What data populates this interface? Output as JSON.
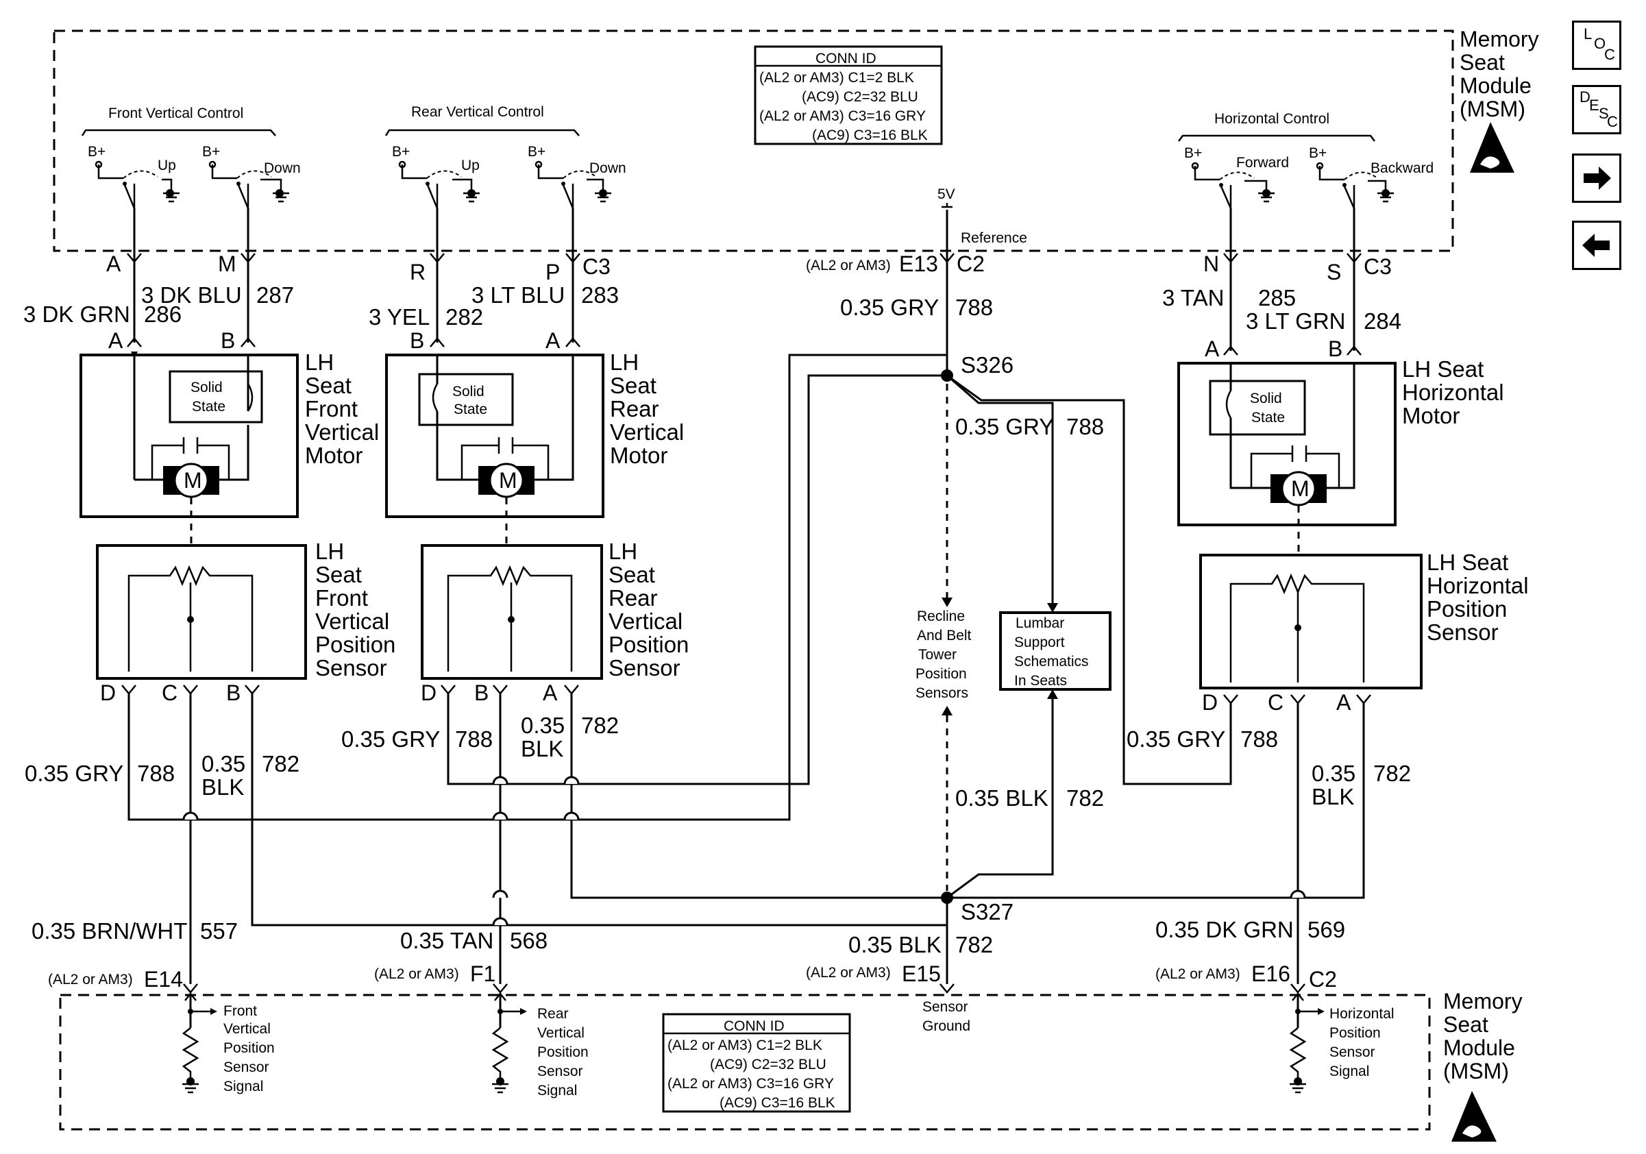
{
  "nav": {
    "loc_l": "L",
    "loc_o": "O",
    "loc_c": "C",
    "desc_d": "D",
    "desc_e": "E",
    "desc_s": "S",
    "desc_c": "C"
  },
  "module": {
    "memory": "Memory",
    "seat": "Seat",
    "module": "Module",
    "msm": "(MSM)"
  },
  "conn_id": {
    "title": "CONN ID",
    "lines": [
      "(AL2 or AM3) C1=2 BLK",
      "(AC9) C2=32 BLU",
      "(AL2 or AM3) C3=16 GRY",
      "(AC9) C3=16 BLK"
    ]
  },
  "controls": {
    "front": "Front Vertical Control",
    "rear": "Rear Vertical Control",
    "horizontal": "Horizontal Control",
    "bplus": "B+",
    "up": "Up",
    "down": "Down",
    "forward": "Forward",
    "backward": "Backward",
    "v5": "5V",
    "reference": "Reference"
  },
  "top_pins": {
    "a": "A",
    "m": "M",
    "r": "R",
    "p": "P",
    "c3": "C3",
    "n": "N",
    "s": "S",
    "e13": "E13",
    "c2": "C2",
    "al2": "(AL2 or AM3)"
  },
  "wires": {
    "dkblu": "3 DK BLU",
    "n287": "287",
    "dkgrn": "3 DK GRN",
    "n286": "286",
    "yel": "3 YEL",
    "n282": "282",
    "ltblu": "3 LT BLU",
    "n283": "283",
    "gry035": "0.35 GRY",
    "n788": "788",
    "tan3": "3 TAN",
    "n285": "285",
    "ltgrn": "3 LT GRN",
    "n284": "284",
    "blk035": "0.35",
    "blk": "BLK",
    "n782": "782",
    "blkfull": "0.35 BLK",
    "brnwht": "0.35 BRN/WHT",
    "n557": "557",
    "tan035": "0.35 TAN",
    "n568": "568",
    "dkgrn035": "0.35 DK GRN",
    "n569": "569"
  },
  "splices": {
    "s326": "S326",
    "s327": "S327"
  },
  "motors": {
    "lh": "LH",
    "seat": "Seat",
    "front": "Front",
    "rear": "Rear",
    "vertical": "Vertical",
    "motor": "Motor",
    "position": "Position",
    "sensor": "Sensor",
    "lhseat": "LH Seat",
    "horizontal": "Horizontal",
    "solid": "Solid",
    "state": "State",
    "m": "M"
  },
  "pins": {
    "a": "A",
    "b": "B",
    "c": "C",
    "d": "D"
  },
  "recline": [
    "Recline",
    "And Belt",
    "Tower",
    "Position",
    "Sensors"
  ],
  "lumbar": [
    "Lumbar",
    "Support",
    "Schematics",
    "In Seats"
  ],
  "bottom": {
    "e14": "E14",
    "f1": "F1",
    "e15": "E15",
    "e16": "E16",
    "c2": "C2",
    "al2": "(AL2 or AM3)",
    "sensor": "Sensor",
    "ground": "Ground"
  },
  "signals": {
    "front": [
      "Front",
      "Vertical",
      "Position",
      "Sensor",
      "Signal"
    ],
    "rear": [
      "Rear",
      "Vertical",
      "Position",
      "Sensor",
      "Signal"
    ],
    "horizontal": [
      "Horizontal",
      "Position",
      "Sensor",
      "Signal"
    ]
  }
}
